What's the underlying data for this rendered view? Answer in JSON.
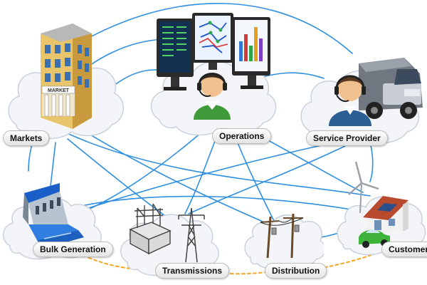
{
  "nodes": {
    "markets": {
      "label": "Markets",
      "sign": "MARKET"
    },
    "operations": {
      "label": "Operations"
    },
    "service_provider": {
      "label": "Service Provider"
    },
    "bulk_generation": {
      "label": "Bulk Generation"
    },
    "transmissions": {
      "label": "Transmissions"
    },
    "distribution": {
      "label": "Distribution"
    },
    "customer": {
      "label": "Customer"
    }
  },
  "colors": {
    "link_blue": "#2f8fe0",
    "link_orange": "#f5a623",
    "cloud_fill": "#f3f5f8",
    "cloud_stroke": "#c9d2dc"
  }
}
